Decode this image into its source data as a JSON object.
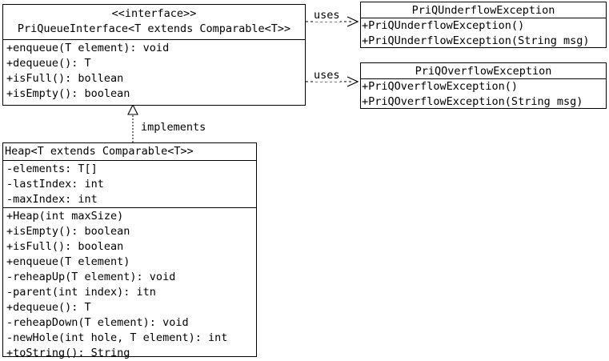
{
  "diagram": {
    "type": "uml-class-diagram",
    "background": "#ffffff",
    "line_color": "#000000",
    "text_color": "#000000"
  },
  "classes": {
    "interface": {
      "stereotype": "<<interface>>",
      "name": "PriQueueInterface<T extends Comparable<T>>",
      "attributes": [],
      "operations": [
        "+enqueue(T element): void",
        "+dequeue(): T",
        "+isFull(): bollean",
        "+isEmpty(): boolean"
      ]
    },
    "underflow": {
      "name": "PriQUnderflowException",
      "attributes": [],
      "operations": [
        "+PriQUnderflowException()",
        "+PriQUnderflowException(String msg)"
      ]
    },
    "overflow": {
      "name": "PriQOverflowException",
      "attributes": [],
      "operations": [
        "+PriQOverflowException()",
        "+PriQOverflowException(String msg)"
      ]
    },
    "heap": {
      "name": "Heap<T extends Comparable<T>>",
      "attributes": [
        "-elements: T[]",
        "-lastIndex: int",
        "-maxIndex: int"
      ],
      "operations": [
        "+Heap(int maxSize)",
        "+isEmpty(): boolean",
        "+isFull(): boolean",
        "+enqueue(T element)",
        "-reheapUp(T element): void",
        "-parent(int index): itn",
        "+dequeue(): T",
        "-reheapDown(T element): void",
        "-newHole(int hole, T element): int",
        "+toString(): String"
      ]
    }
  },
  "relationships": {
    "uses_underflow": {
      "label": "uses",
      "kind": "dependency",
      "from": "interface",
      "to": "underflow"
    },
    "uses_overflow": {
      "label": "uses",
      "kind": "dependency",
      "from": "interface",
      "to": "overflow"
    },
    "implements": {
      "label": "implements",
      "kind": "realization",
      "from": "heap",
      "to": "interface"
    }
  }
}
